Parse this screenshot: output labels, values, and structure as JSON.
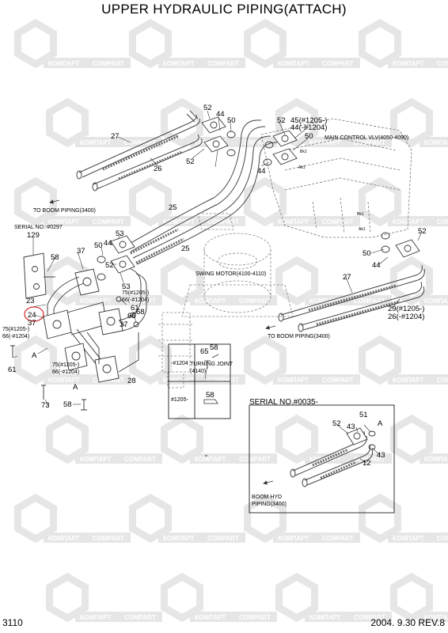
{
  "header": {
    "title": "UPPER HYDRAULIC PIPING(ATTACH)"
  },
  "footer": {
    "page_code": "3110",
    "date_rev": "2004. 9.30  REV.8"
  },
  "watermark": {
    "brand_ru": "КОМПАРТ",
    "brand_en": "COMPART",
    "color": "#e6e6e6"
  },
  "colors": {
    "line": "#333333",
    "hose": "#555555",
    "box": "#000000",
    "callout": "#d01010"
  },
  "notes": {
    "main_control_vlv": "MAIN CONTROL VLV(4050-4090)",
    "to_boom_piping_left": "TO BOOM PIPING(3400)",
    "to_boom_piping_right": "TO BOOM PIPING(3400)",
    "swing_motor": "SWING MOTOR(4100-4110)",
    "turning_joint_1": "TURNING JOINT",
    "turning_joint_2": "(4140)",
    "serial_0297": "SERIAL NO.-#0297",
    "serial_0035": "SERIAL NO.#0035-",
    "boom_hyd_1": "BOOM HYD",
    "boom_hyd_2": "PIPING(3400)",
    "opt_1204": "-#1204",
    "opt_1205": "#1205-"
  },
  "ports": [
    "Bk1",
    "Ak1",
    "Ak1",
    "Bk1"
  ],
  "parts": {
    "p52a": "52",
    "p44a": "44",
    "p50a": "50",
    "p52b": "52",
    "p45": "45(#1205-)",
    "p44note": "44(-#1204)",
    "p50b": "50",
    "p27a": "27",
    "p26a": "26",
    "p52c": "52",
    "p44b": "44",
    "p25a": "25",
    "p25b": "25",
    "p129": "129",
    "p58a": "58",
    "p37a": "37",
    "p44c": "44",
    "p53a": "53",
    "p50c": "50",
    "p52d": "52",
    "p53b": "53",
    "p61a": "61",
    "p75a": "75(#1205-)",
    "p66a": "66(-#1204)",
    "p23": "23",
    "p24": "24",
    "p37b": "37",
    "p75b": "75(#1205-)",
    "p66b": "66(-#1204)",
    "p68": "68",
    "p66c": "66",
    "p37c": "37",
    "pA1": "A",
    "p61b": "61",
    "p75c": "75(#1205-)",
    "p66d": "66(-#1204)",
    "pA2": "A",
    "p28": "28",
    "p73": "73",
    "p58b": "58",
    "p52e": "52",
    "p50d": "50",
    "p44d": "44",
    "p27b": "27",
    "p29": "29(#1205-)",
    "p26b": "26(-#1204)",
    "p65": "65",
    "p58c": "58",
    "p58d": "58",
    "p52f": "52",
    "p43a": "43",
    "p51": "51",
    "pA3": "A",
    "p43b": "43",
    "p12": "12"
  }
}
